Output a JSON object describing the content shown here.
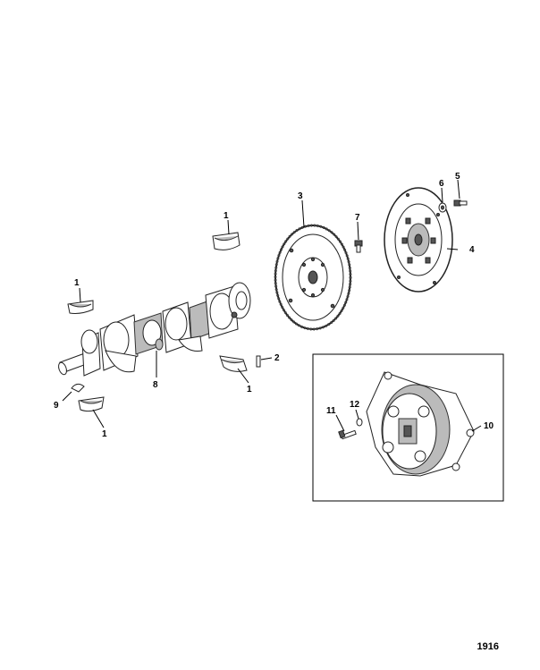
{
  "callouts": {
    "c1a": "1",
    "c1b": "1",
    "c1c": "1",
    "c1d": "1",
    "c2": "2",
    "c3": "3",
    "c4": "4",
    "c5": "5",
    "c6": "6",
    "c7": "7",
    "c8": "8",
    "c9": "9",
    "c10": "10",
    "c11": "11",
    "c12": "12"
  },
  "figure_number": "1916"
}
